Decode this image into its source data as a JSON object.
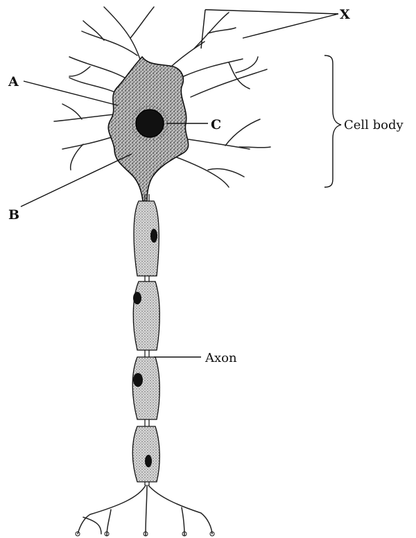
{
  "diagram": {
    "labels": {
      "a": "A",
      "b": "B",
      "c": "C",
      "x": "X",
      "cell_body": "Cell body",
      "axon": "Axon"
    },
    "colors": {
      "ink": "#111111",
      "stipple": "#444444",
      "paper": "#ffffff"
    }
  }
}
